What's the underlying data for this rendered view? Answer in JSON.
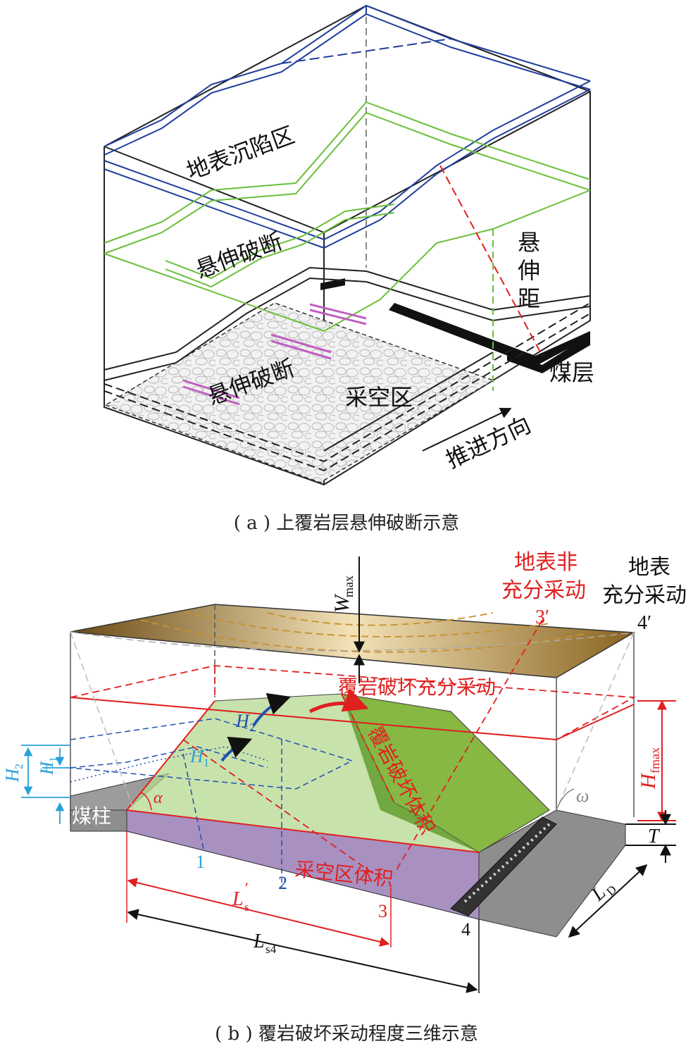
{
  "figure_a": {
    "caption": "( a ) 上覆岩层悬伸破断示意",
    "labels": {
      "surface_subsidence": "地表沉陷区",
      "cantilever_fracture_upper": "悬伸破断",
      "cantilever_fracture_lower": "悬伸破断",
      "cantilever_distance": "悬伸距",
      "coal_seam": "煤层",
      "goaf": "采空区",
      "advance_direction": "推进方向"
    }
  },
  "figure_b": {
    "caption": "( b ) 覆岩破坏采动程度三维示意",
    "labels": {
      "surface_insufficient": [
        "地表非",
        "充分采动"
      ],
      "surface_sufficient": [
        "地表",
        "充分采动"
      ],
      "overburden_sufficient": "覆岩破坏充分采动",
      "overburden_volume": "覆岩破坏体积",
      "goaf_volume": "采空区体积",
      "coal_pillar": "煤柱",
      "w_max": "W",
      "w_max_sub": "max",
      "h_fmax": "H",
      "h_fmax_sub": "fmax",
      "h1": "H",
      "h1_sub": "1",
      "h2": "H",
      "h2_sub": "2",
      "t": "T",
      "l_d": "L",
      "l_d_sub": "D",
      "l_s_prime": "L",
      "l_s_prime_sub": "s",
      "l_s4": "L",
      "l_s4_sub": "s4",
      "alpha": "α",
      "omega": "ω",
      "pos1": "1",
      "pos2": "2",
      "pos3": "3",
      "pos4": "4",
      "pos3p": "3′",
      "pos4p": "4′",
      "prime": "′"
    }
  },
  "colors": {
    "blue_stratum": "#1f3e9c",
    "green_stratum": "#6abf3a",
    "magenta_fracture": "#c060c0",
    "red": "#e02020",
    "light_blue": "#2aa0d8",
    "dark_blue": "#2050b0",
    "surface_gold": "#c8a050",
    "green_volume": "#7ab030",
    "goaf_purple": "#a890c0"
  }
}
